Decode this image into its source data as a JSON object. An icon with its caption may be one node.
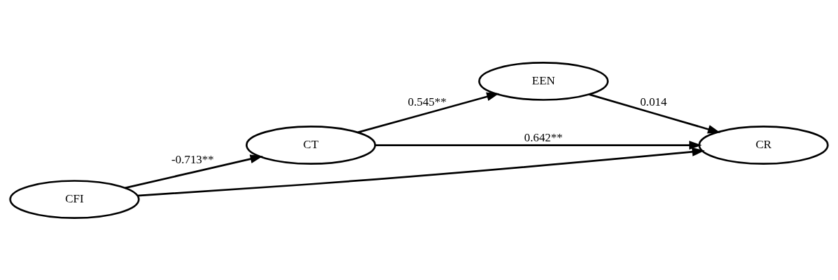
{
  "diagram": {
    "nodes": [
      {
        "text": [
          "CFI"
        ]
      },
      {
        "text": [
          "CT"
        ]
      },
      {
        "text": [
          "EEN"
        ]
      },
      {
        "text": [
          "CR"
        ]
      }
    ],
    "edges": [
      {
        "from": 0,
        "to": 1,
        "arrow": "to",
        "label": "-0.713**"
      },
      {
        "from": 1,
        "to": 2,
        "arrow": "to",
        "label": "0.545**"
      },
      {
        "from": 2,
        "to": 3,
        "arrow": "to",
        "label": "0.014"
      },
      {
        "from": 1,
        "to": 3,
        "arrow": "to",
        "label": "0.642**"
      },
      {
        "from": 0,
        "to": 3,
        "arrow": "to"
      }
    ]
  }
}
